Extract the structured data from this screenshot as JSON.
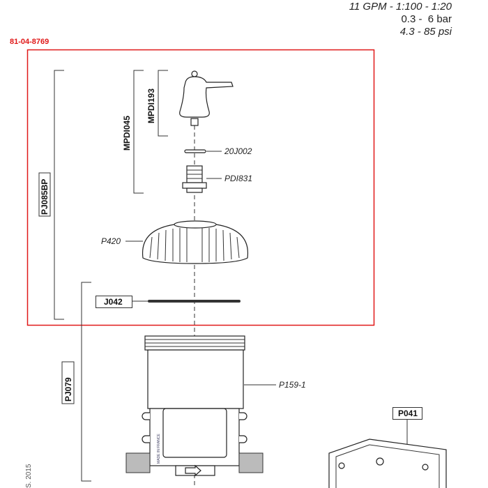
{
  "specs": {
    "flow": "11 GPM - 1:100 - 1:20",
    "pressure_bar": "0.3 -  6 bar",
    "pressure_psi": "4.3 - 85 psi"
  },
  "kit_reference": "81-04-8769",
  "highlight_color": "#e01818",
  "assemblies": {
    "pj085bp": "PJ085BP",
    "mpdi045": "MPDI045",
    "mpdi193": "MPDI193",
    "pj079": "PJ079"
  },
  "parts": {
    "o_ring_small": "20J002",
    "fitting": "PDI831",
    "cap": "P420",
    "o_ring_large": "J042",
    "body": "P159-1",
    "bracket": "P041"
  },
  "body_marking": "MADE IN FRANCE",
  "copyright_fragment": "S. 2015"
}
